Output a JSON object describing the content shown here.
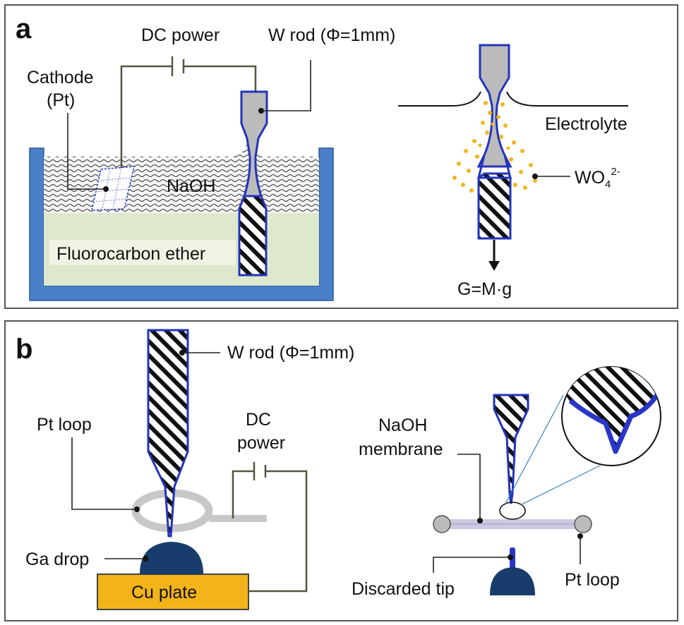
{
  "colors": {
    "panel_border": "#555555",
    "bath": "#4a7fc9",
    "bath_edge": "#2a5a9a",
    "fluorocarbon": "#dde8cc",
    "electrode_outline": "#2233bb",
    "electrode_fill": "#bbbbbb",
    "wo4_dots": "#f2b51d",
    "ga_drop": "#183c6b",
    "cu_plate": "#f2b31b",
    "membrane": "#cccae3",
    "pt_loop": "#c8c8c8",
    "sharp_tip": "#2a36c8"
  },
  "panel_a": {
    "letter": "a",
    "dc_power": "DC  power",
    "w_rod": "W rod  (Φ=1mm)",
    "cathode_line1": "Cathode",
    "cathode_line2": "(Pt)",
    "naoh": "NaOH",
    "fluorocarbon_ether": "Fluorocarbon  ether",
    "electrolyte": "Electrolyte",
    "wo4_base": "WO",
    "wo4_sub": "4",
    "wo4_sup": "2-",
    "gravity": "G=M·g"
  },
  "panel_b": {
    "letter": "b",
    "w_rod": "W rod  (Φ=1mm)",
    "pt_loop_left": "Pt loop",
    "dc_power_line1": "DC",
    "dc_power_line2": "power",
    "ga_drop": "Ga drop",
    "cu_plate": "Cu  plate",
    "naoh_membrane_line1": "NaOH",
    "naoh_membrane_line2": "membrane",
    "discarded_tip": "Discarded tip",
    "pt_loop_right": "Pt loop"
  }
}
